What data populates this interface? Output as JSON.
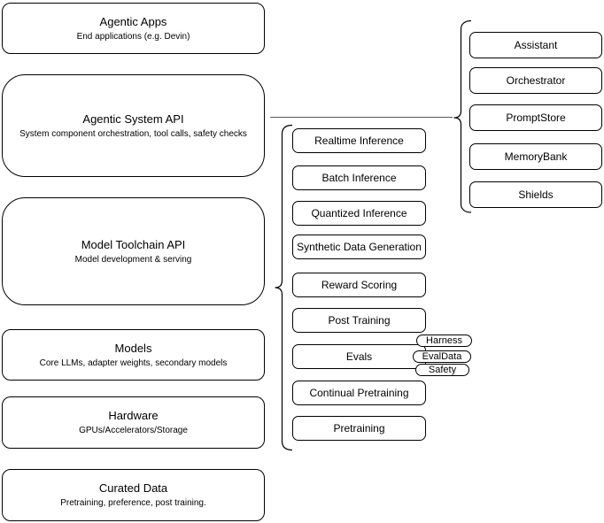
{
  "diagram": {
    "stack_layers": [
      {
        "title": "Agentic Apps",
        "subtitle": "End applications (e.g. Devin)"
      },
      {
        "title": "Agentic System API",
        "subtitle": "System component orchestration, tool calls, safety checks"
      },
      {
        "title": "Model Toolchain API",
        "subtitle": "Model development & serving"
      },
      {
        "title": "Models",
        "subtitle": "Core LLMs, adapter weights, secondary models"
      },
      {
        "title": "Hardware",
        "subtitle": "GPUs/Accelerators/Storage"
      },
      {
        "title": "Curated Data",
        "subtitle": "Pretraining, preference, post training."
      }
    ],
    "toolchain_capabilities": [
      "Realtime Inference",
      "Batch Inference",
      "Quantized Inference",
      "Synthetic Data Generation",
      "Reward Scoring",
      "Post Training",
      "Evals",
      "Continual Pretraining",
      "Pretraining"
    ],
    "evals_tags": [
      "Harness",
      "EvalData",
      "Safety"
    ],
    "agentic_system_components": [
      "Assistant",
      "Orchestrator",
      "PromptStore",
      "MemoryBank",
      "Shields"
    ],
    "colors": {
      "stroke": "#000000",
      "fill": "#ffffff",
      "text": "#000000",
      "connector": "#595959"
    }
  }
}
